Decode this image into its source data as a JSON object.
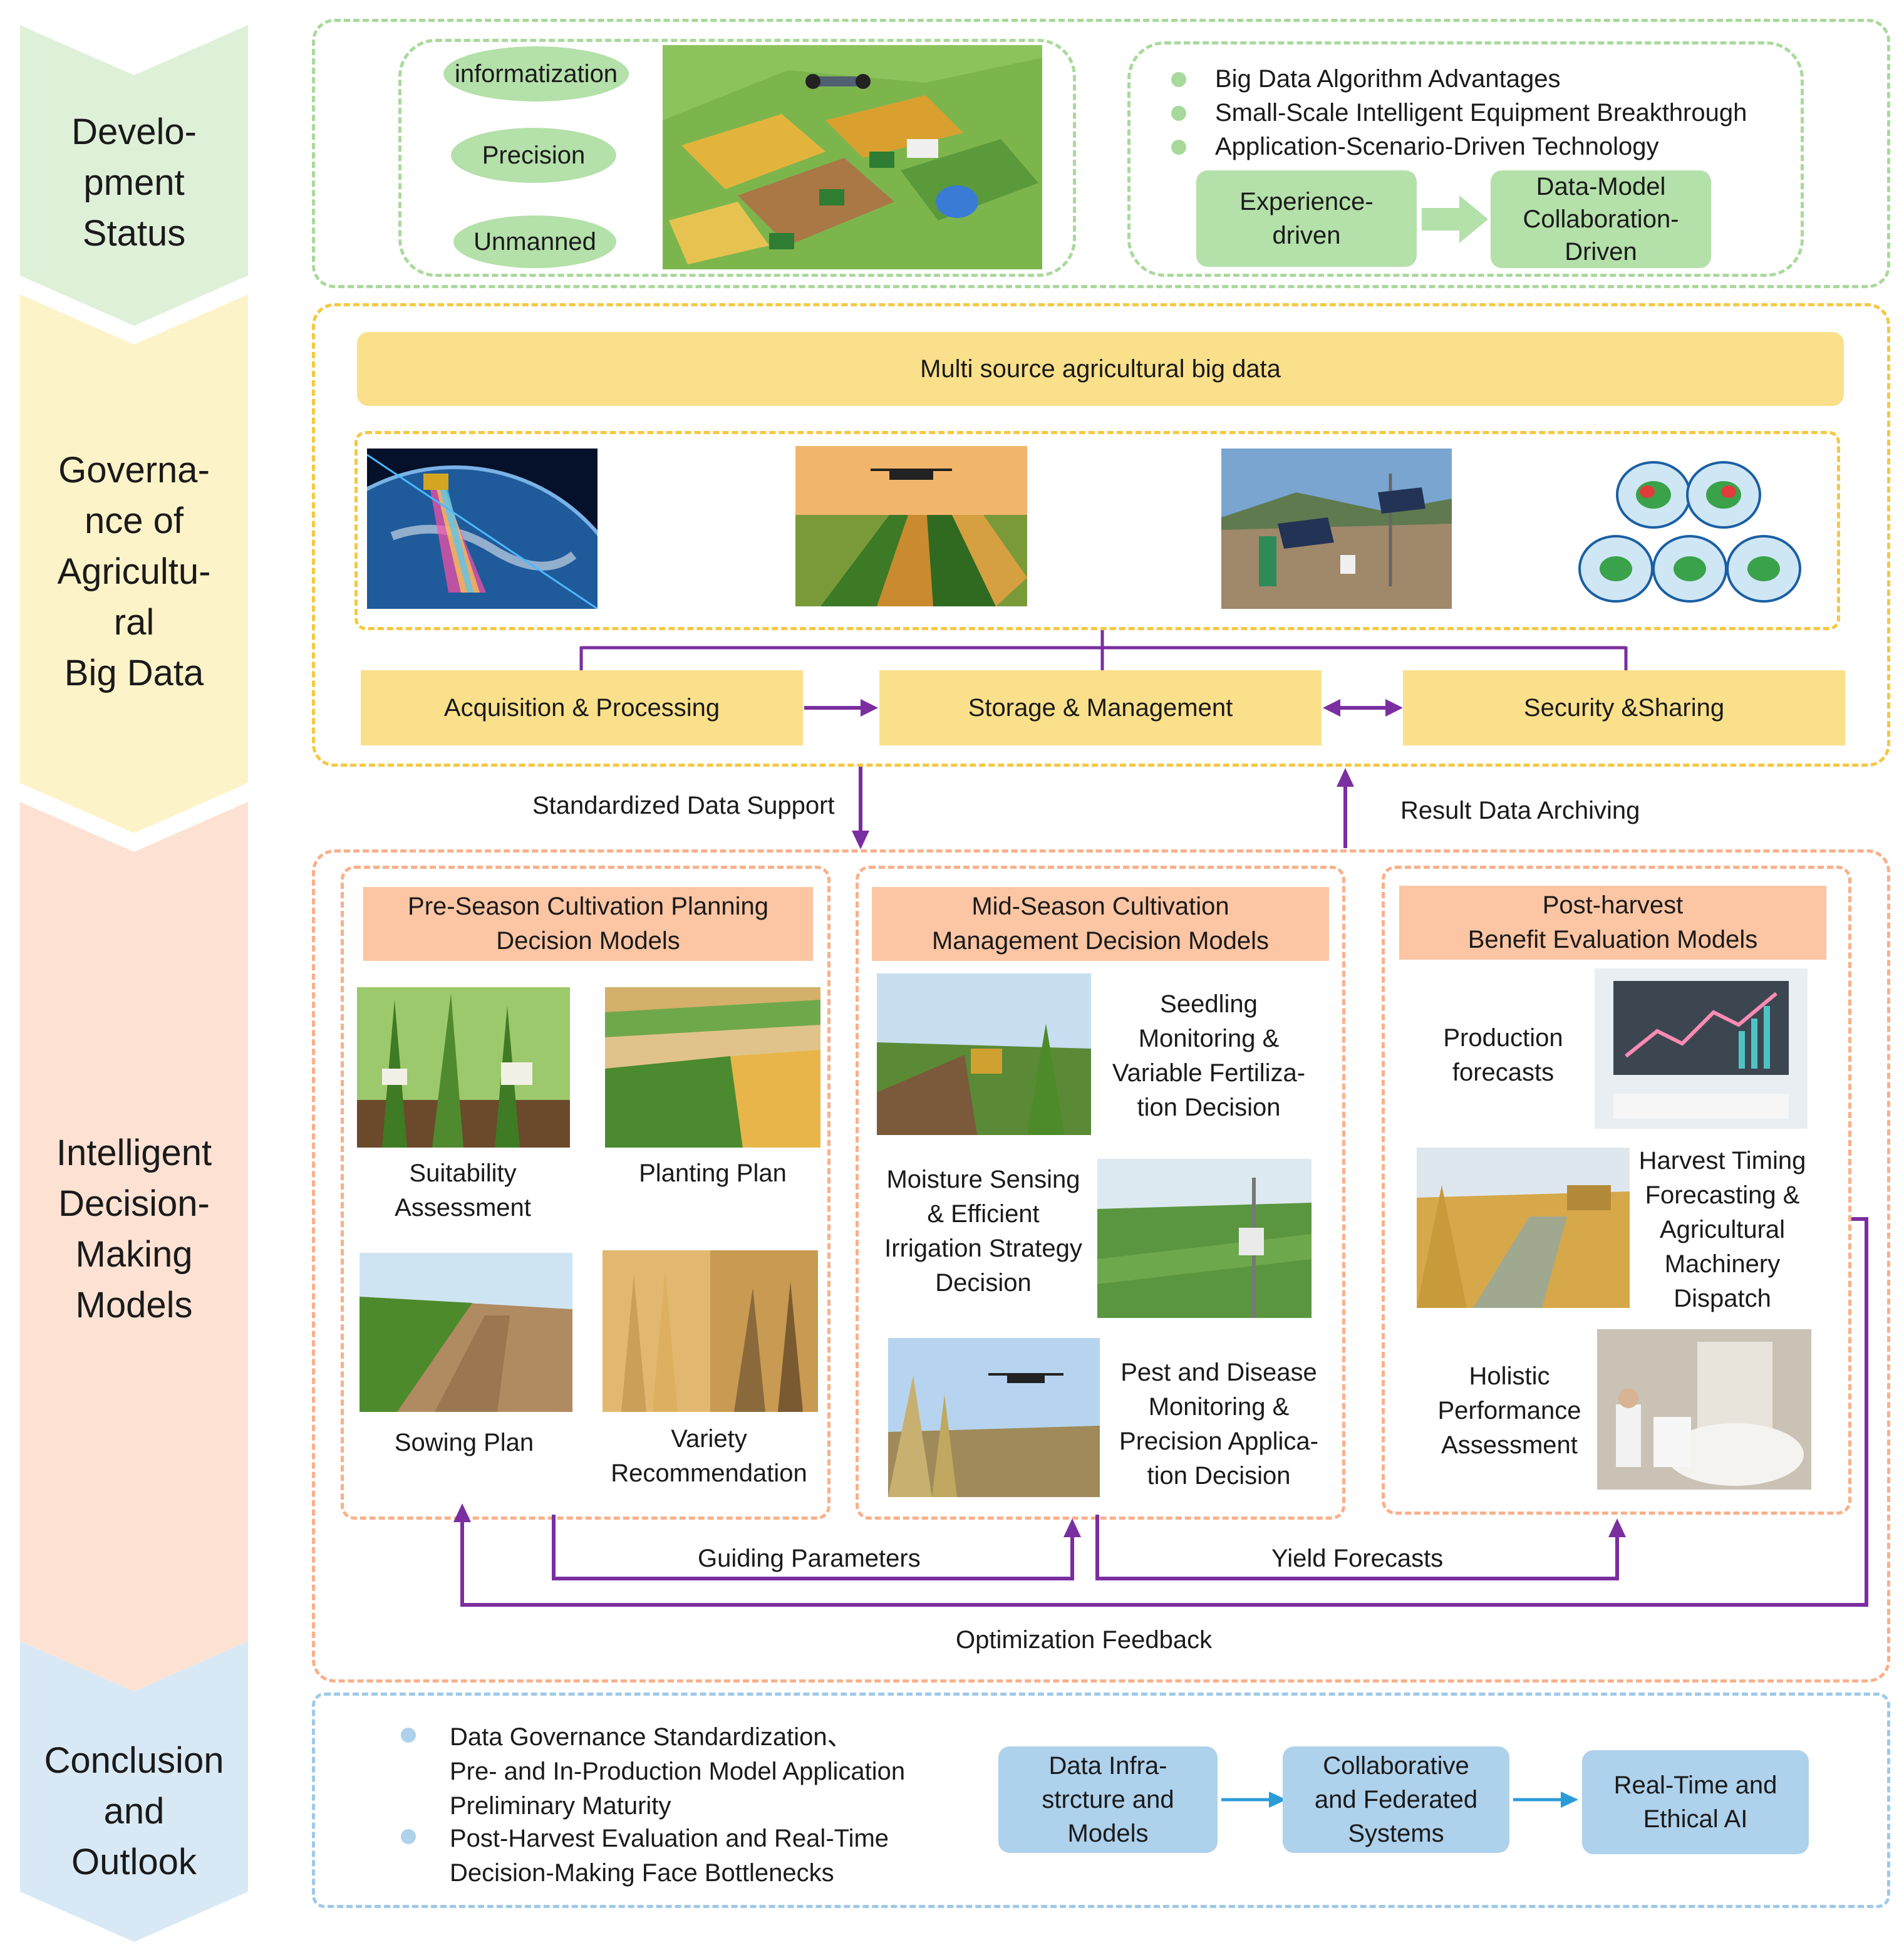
{
  "colors": {
    "green": "#dff0d8",
    "green_dark": "#b4e0a9",
    "yellow": "#fdf3c8",
    "yellow_bar": "#fae08a",
    "orange": "#fde2d3",
    "orange_head": "#fcc5a3",
    "blue": "#d8e9f5",
    "blue_box": "#aed1ec",
    "purple": "#7a2ea0",
    "arrow_blue": "#2b9bd8"
  },
  "sidebar": {
    "development_status": "Develo-\npment\nStatus",
    "governance": "Governa-\nnce of\nAgricultu-\nral\nBig Data",
    "intelligent_models": "Intelligent\nDecision-\nMaking\nModels",
    "conclusion": "Conclusion\nand\nOutlook"
  },
  "development": {
    "pills": [
      "informatization",
      "Precision",
      "Unmanned"
    ],
    "bullets": [
      "Big Data Algorithm Advantages",
      "Small-Scale Intelligent Equipment Breakthrough",
      "Application-Scenario-Driven Technology"
    ],
    "from_box": "Experience-\ndriven",
    "to_box": "Data-Model\nCollaboration-\nDriven"
  },
  "governance": {
    "header": "Multi source agricultural big data",
    "stages": {
      "acquisition": "Acquisition  & Processing",
      "storage": "Storage & Management",
      "security": "Security &Sharing"
    },
    "down_label": "Standardized Data Support",
    "up_label": "Result Data Archiving",
    "image_icons": [
      "satellite-icon",
      "drone-field-icon",
      "weather-station-icon",
      "climate-maps-icon"
    ]
  },
  "models": {
    "pre_season": {
      "title": "Pre-Season Cultivation Planning\nDecision Models",
      "items": [
        "Suitability\nAssessment",
        "Planting Plan",
        "Sowing Plan",
        "Variety\nRecommendation"
      ]
    },
    "mid_season": {
      "title": "Mid-Season Cultivation\nManagement Decision Models",
      "items": [
        "Seedling\nMonitoring &\nVariable Fertiliza-\ntion Decision",
        "Moisture Sensing\n& Efficient\nIrrigation Strategy\nDecision",
        "Pest and Disease\nMonitoring &\nPrecision Applica-\ntion Decision"
      ]
    },
    "post_harvest": {
      "title": "Post-harvest\nBenefit Evaluation Models",
      "items": [
        "Production\nforecasts",
        "Harvest Timing\nForecasting &\nAgricultural\nMachinery\nDispatch",
        "Holistic\nPerformance\nAssessment"
      ]
    },
    "flows": {
      "guiding": "Guiding Parameters",
      "yield": "Yield Forecasts",
      "feedback": "Optimization Feedback"
    }
  },
  "conclusion": {
    "bullets": [
      "Data Governance Standardization、\nPre- and In-Production Model Application\nPreliminary Maturity",
      "Post-Harvest Evaluation and Real-Time\nDecision-Making Face Bottlenecks"
    ],
    "steps": [
      "Data Infra-\nstrcture and\nModels",
      "Collaborative\nand Federated\nSystems",
      "Real-Time and\nEthical AI"
    ]
  }
}
